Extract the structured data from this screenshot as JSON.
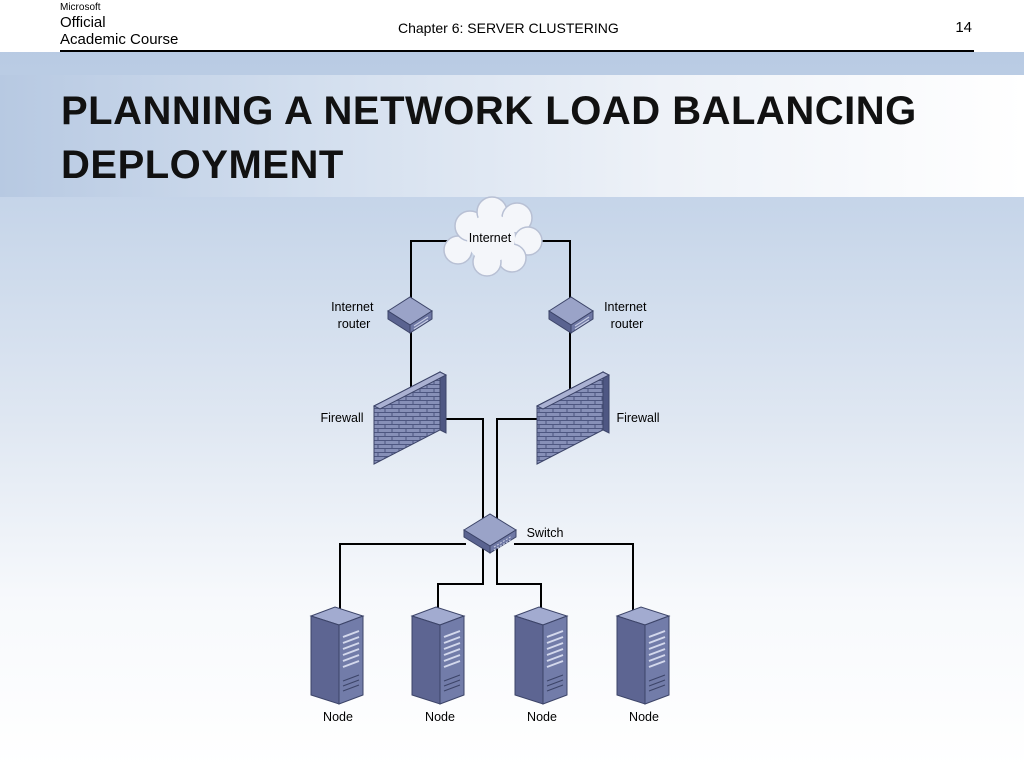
{
  "header": {
    "logo_microsoft": "Microsoft",
    "logo_line1": "Official",
    "logo_line2": "Academic Course",
    "chapter": "Chapter 6: SERVER CLUSTERING",
    "page_number": "14"
  },
  "slide": {
    "title": "PLANNING A NETWORK LOAD BALANCING DEPLOYMENT"
  },
  "diagram": {
    "internet": "Internet",
    "router_left": [
      "Internet",
      "router"
    ],
    "router_right": [
      "Internet",
      "router"
    ],
    "firewall_left": "Firewall",
    "firewall_right": "Firewall",
    "switch": "Switch",
    "nodes": [
      "Node",
      "Node",
      "Node",
      "Node"
    ]
  },
  "colors": {
    "device_top": "#9aa3c8",
    "device_front": "#6c76a3",
    "device_side": "#4e5783",
    "line": "#000000"
  }
}
